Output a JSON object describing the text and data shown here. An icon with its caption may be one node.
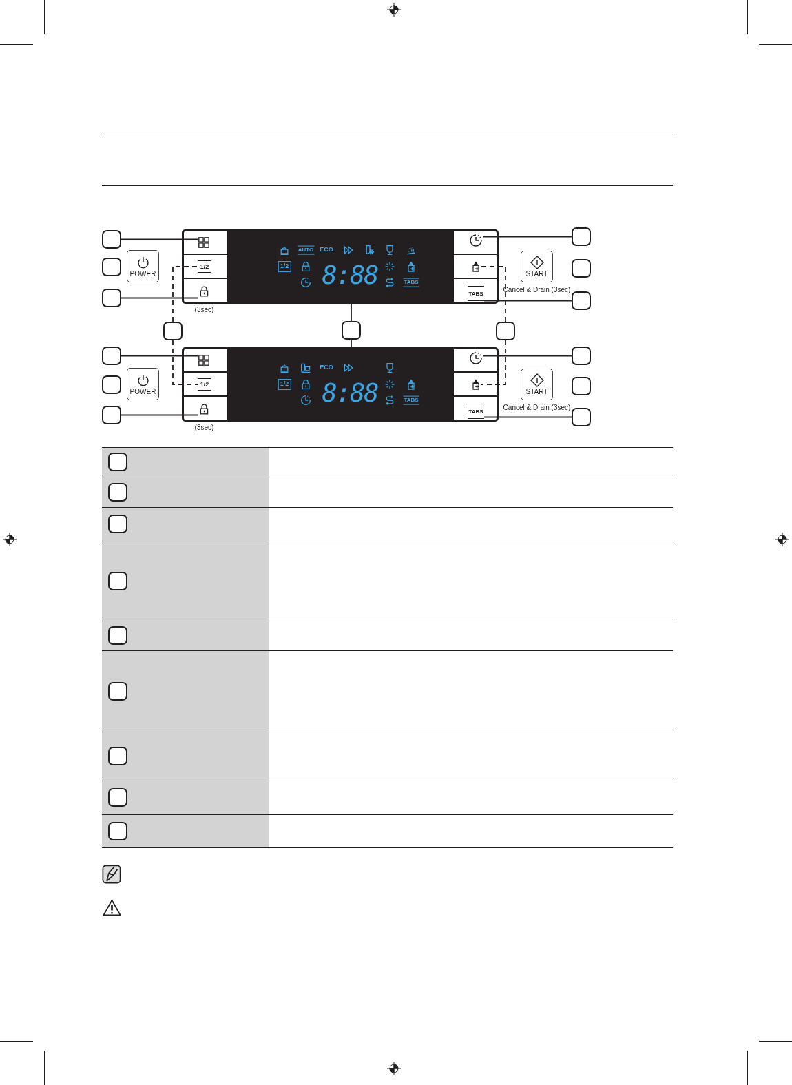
{
  "diagram": {
    "nodes": [
      {
        "text": [],
        "shape": "box"
      },
      {
        "text": [],
        "shape": "box"
      },
      {
        "text": [],
        "shape": "box"
      },
      {
        "text": [
          "POWER"
        ]
      },
      {
        "text": [],
        "shape": "picture"
      },
      {
        "text": [
          "1/2"
        ]
      },
      {
        "text": [],
        "shape": "picture",
        "beside": [
          "(3sec)"
        ]
      },
      {
        "text": [
          "AUTO",
          "ECO",
          "1/2",
          "8:88",
          "TABS"
        ]
      },
      {
        "text": [],
        "shape": "picture"
      },
      {
        "text": [],
        "shape": "picture"
      },
      {
        "text": [
          "TABS"
        ]
      },
      {
        "text": [
          "START"
        ],
        "beside": [
          "Cancel & Drain (3sec)"
        ]
      },
      {
        "text": [],
        "shape": "box"
      },
      {
        "text": [],
        "shape": "box"
      },
      {
        "text": [],
        "shape": "box"
      },
      {
        "text": [],
        "shape": "box"
      },
      {
        "text": [],
        "shape": "box"
      },
      {
        "text": [],
        "shape": "box"
      },
      {
        "text": [],
        "shape": "box"
      },
      {
        "text": [],
        "shape": "box"
      },
      {
        "text": [],
        "shape": "box"
      },
      {
        "text": [
          "POWER"
        ]
      },
      {
        "text": [],
        "shape": "picture"
      },
      {
        "text": [
          "1/2"
        ]
      },
      {
        "text": [],
        "shape": "picture",
        "beside": [
          "(3sec)"
        ]
      },
      {
        "text": [
          "ECO",
          "1/2",
          "8:88",
          "TABS"
        ]
      },
      {
        "text": [],
        "shape": "picture"
      },
      {
        "text": [],
        "shape": "picture"
      },
      {
        "text": [
          "TABS"
        ]
      },
      {
        "text": [
          "START"
        ],
        "beside": [
          "Cancel & Drain (3sec)"
        ]
      },
      {
        "text": [],
        "shape": "box"
      },
      {
        "text": [],
        "shape": "box"
      },
      {
        "text": [],
        "shape": "box"
      },
      {
        "text": [],
        "shape": "box"
      },
      {
        "text": [],
        "shape": "box"
      },
      {
        "text": [],
        "shape": "box"
      },
      {
        "text": [],
        "shape": "box"
      },
      {
        "text": [],
        "shape": "box"
      },
      {
        "text": [],
        "shape": "box"
      },
      {
        "text": [],
        "shape": "box"
      },
      {
        "text": [],
        "shape": "box"
      },
      {
        "text": [],
        "shape": "box"
      }
    ],
    "edges": [
      {
        "from": 0,
        "to": 4,
        "arrow": "none"
      },
      {
        "from": 2,
        "to": 6,
        "arrow": "none"
      },
      {
        "from": 12,
        "to": 8,
        "arrow": "none"
      },
      {
        "from": 14,
        "to": 10,
        "arrow": "none"
      },
      {
        "from": 15,
        "to": 5,
        "arrow": "none",
        "style": "dashed"
      },
      {
        "from": 15,
        "to": 23,
        "arrow": "none",
        "style": "dashed"
      },
      {
        "from": 16,
        "to": 7,
        "arrow": "none"
      },
      {
        "from": 16,
        "to": 25,
        "arrow": "none"
      },
      {
        "from": 17,
        "to": 9,
        "arrow": "none",
        "style": "dashed"
      },
      {
        "from": 17,
        "to": 27,
        "arrow": "none",
        "style": "dashed"
      },
      {
        "from": 18,
        "to": 22,
        "arrow": "none"
      },
      {
        "from": 20,
        "to": 24,
        "arrow": "none"
      },
      {
        "from": 30,
        "to": 26,
        "arrow": "none"
      },
      {
        "from": 32,
        "to": 28,
        "arrow": "none"
      }
    ]
  }
}
